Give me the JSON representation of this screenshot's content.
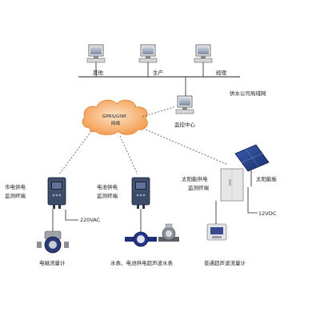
{
  "lan": {
    "title": "供水公司局域网",
    "stations": [
      {
        "label": "其他",
        "icon": "computer-icon"
      },
      {
        "label": "生产",
        "icon": "computer-icon"
      },
      {
        "label": "经理",
        "icon": "computer-icon"
      }
    ],
    "monitor_center": "监控中心"
  },
  "network": {
    "line1": "GPRS/GSM",
    "line2": "网络"
  },
  "terminals": {
    "city_power": {
      "line1": "市电供电",
      "line2": "监测终端",
      "voltage": "220VAC"
    },
    "battery": {
      "line1": "电池供电",
      "line2": "监测终端"
    },
    "solar": {
      "line1": "太阳能供电",
      "line2": "监测终端",
      "voltage": "12VDC",
      "panel_label": "太阳能板"
    }
  },
  "meters": {
    "electromagnetic": "电磁流量计",
    "water_meters": "水表、电池供电超声波水表",
    "ultrasonic": "普通超声波流量计"
  },
  "colors": {
    "cloud_fill": "#f4a25a",
    "cloud_light": "#fcd9b3",
    "terminal_body": "#3c4b68",
    "terminal_screen": "#1f2a40",
    "dashed_link": "#555555",
    "line": "#222222"
  }
}
